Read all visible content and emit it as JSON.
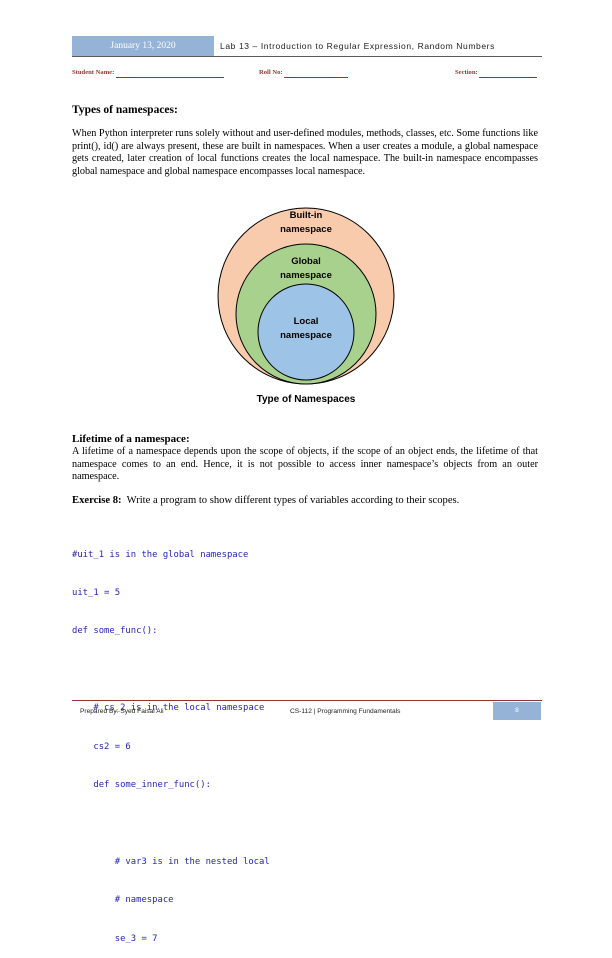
{
  "header": {
    "date": "January 13, 2020",
    "title": "Lab 13 – Introduction to Regular Expression, Random Numbers"
  },
  "student_row": {
    "name_label": "Student Name:",
    "roll_label": "Roll No:",
    "section_label": "Section:"
  },
  "types_section": {
    "heading": "Types of namespaces:",
    "paragraph": "When Python interpreter runs solely without and user-defined modules, methods, classes, etc. Some functions like print(), id() are always present, these are built in namespaces. When a user creates a module, a global namespace gets created, later creation of local functions creates the local namespace. The built-in namespace encompasses global namespace and global namespace encompasses local namespace."
  },
  "diagram": {
    "outer_label_line1": "Built-in",
    "outer_label_line2": "namespace",
    "middle_label_line1": "Global",
    "middle_label_line2": "namespace",
    "inner_label_line1": "Local",
    "inner_label_line2": "namespace",
    "caption": "Type of Namespaces",
    "colors": {
      "outer": "#f8cbad",
      "middle": "#a9d18e",
      "inner": "#9dc3e6",
      "stroke": "#000000"
    }
  },
  "lifetime_section": {
    "heading": "Lifetime of a namespace:",
    "paragraph": "A lifetime of a namespace depends upon the scope of objects, if the scope of an object ends, the lifetime of that namespace comes to an end. Hence, it is not possible to access inner namespace’s objects from an outer namespace."
  },
  "exercise": {
    "label": "Exercise 8:",
    "text": "Write a program to show different types of variables according to their scopes."
  },
  "code_lines": [
    "#uit_1 is in the global namespace",
    "uit_1 = 5",
    "def some_func():",
    "",
    "    # cs_2 is in the local namespace",
    "    cs2 = 6",
    "    def some_inner_func():",
    "",
    "        # var3 is in the nested local",
    "        # namespace",
    "        se_3 = 7"
  ],
  "footer": {
    "prepared_by": "Prepared By: Syed Faisal Ali",
    "course": "CS-112 | Programming Fundamentals",
    "page_number": "8"
  }
}
